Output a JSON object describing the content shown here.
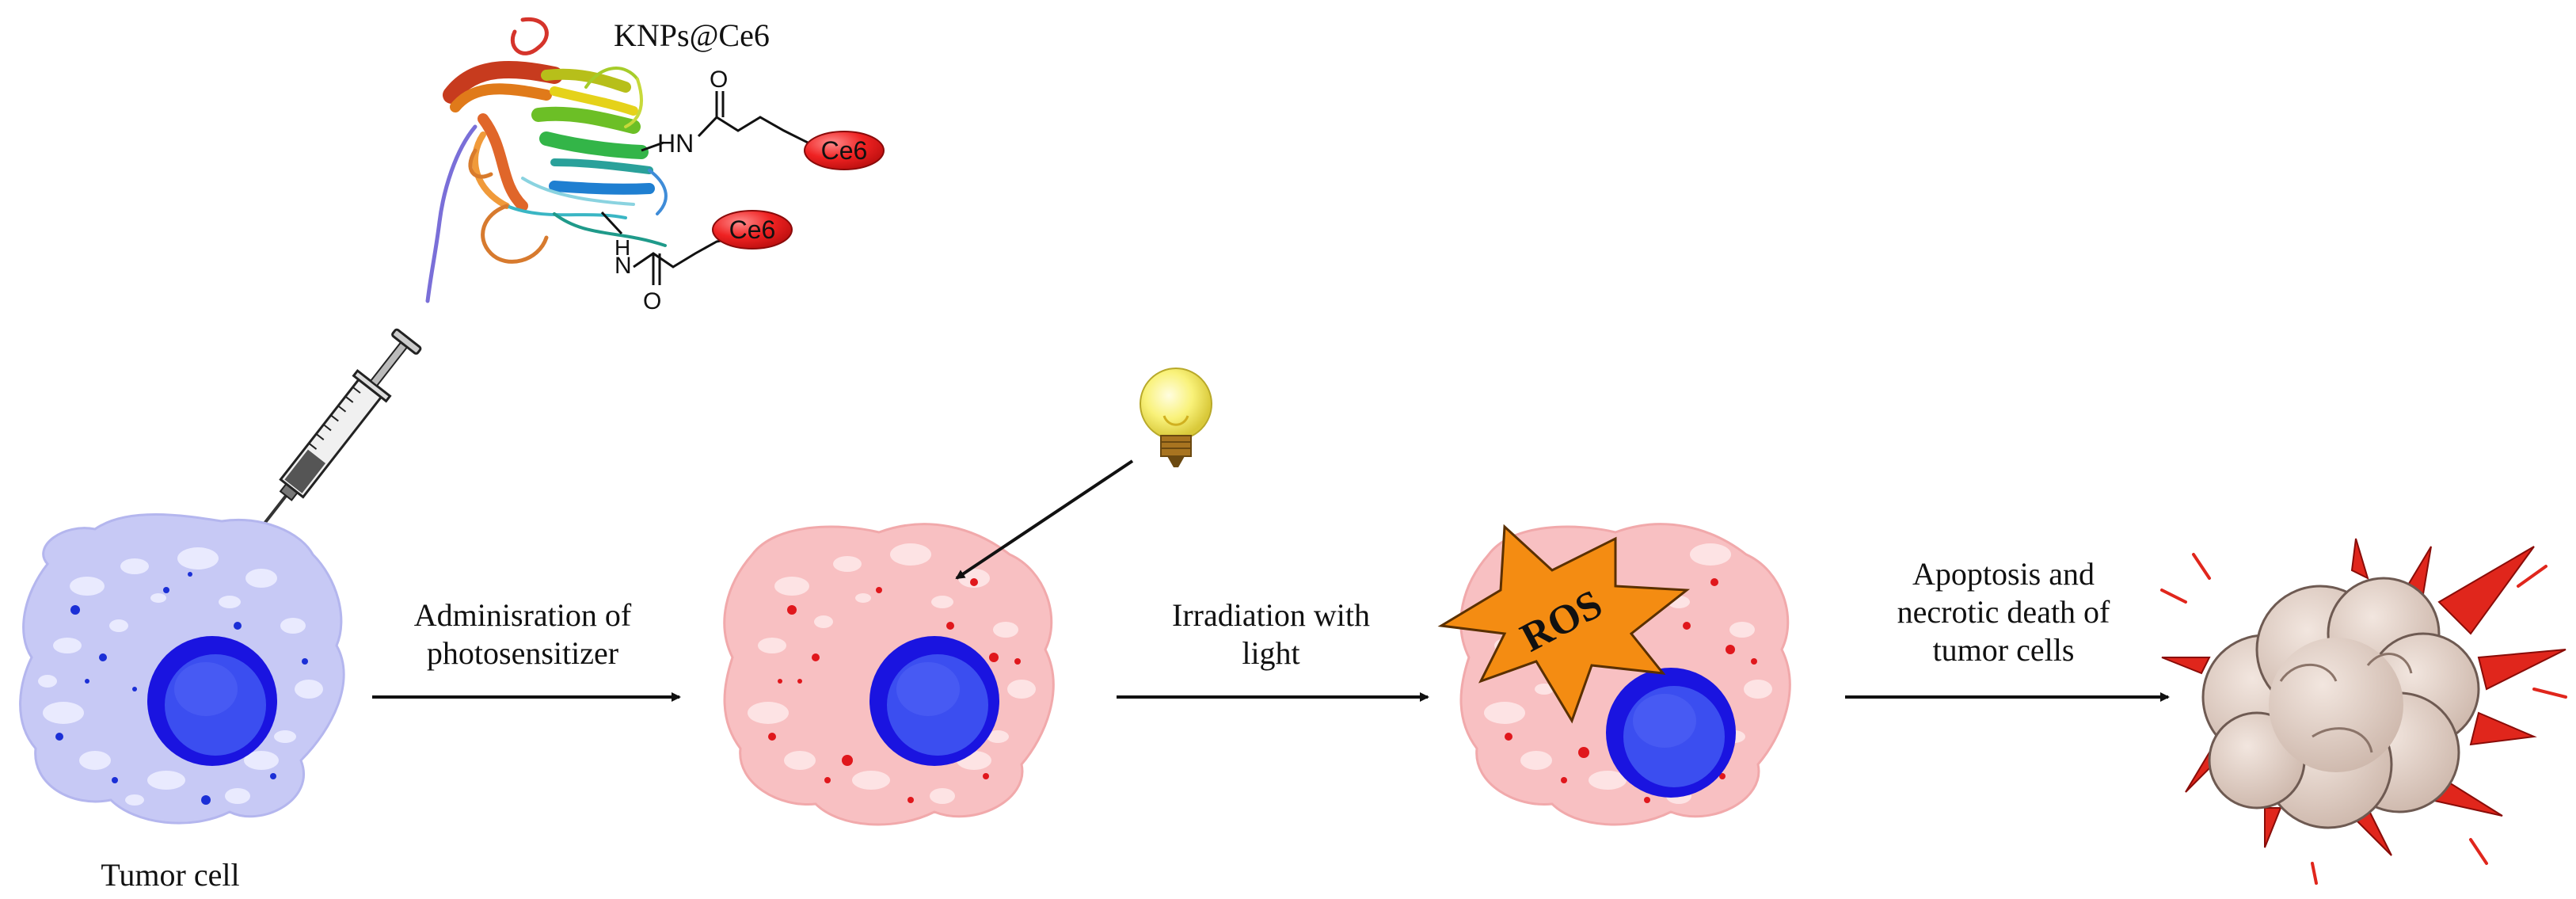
{
  "title": "KNPs@Ce6",
  "labels": {
    "ce6": "Ce6",
    "hn": "HN",
    "h": "H",
    "n": "N",
    "o": "O",
    "ros": "ROS"
  },
  "stages": [
    {
      "name": "Tumor cell",
      "cytoplasm_color": "#c7c9f5",
      "dots_color": "#1b2fd6"
    },
    {
      "name": "",
      "cytoplasm_color": "#f8c0c2",
      "dots_color": "#e0171c"
    },
    {
      "name": "",
      "cytoplasm_color": "#f8c0c2",
      "dots_color": "#e0171c"
    }
  ],
  "steps": [
    {
      "lines": [
        "Adminisration of",
        "photosensitizer"
      ]
    },
    {
      "lines": [
        "Irradiation with",
        "light"
      ]
    },
    {
      "lines": [
        "Apoptosis and",
        "necrotic death of",
        "tumor cells"
      ]
    }
  ],
  "colors": {
    "nucleus": "#1a14e0",
    "nucleus_inner": "#3b4ef0",
    "ce6_fill": "#e81b1b",
    "ros_fill": "#f48c12",
    "smoke": "#dcc9c0",
    "burst": "#e0261c",
    "bulb": "#f6ee4c"
  },
  "icons": [
    "syringe-icon",
    "light-bulb-icon",
    "protein-ribbon-icon",
    "explosion-icon"
  ]
}
